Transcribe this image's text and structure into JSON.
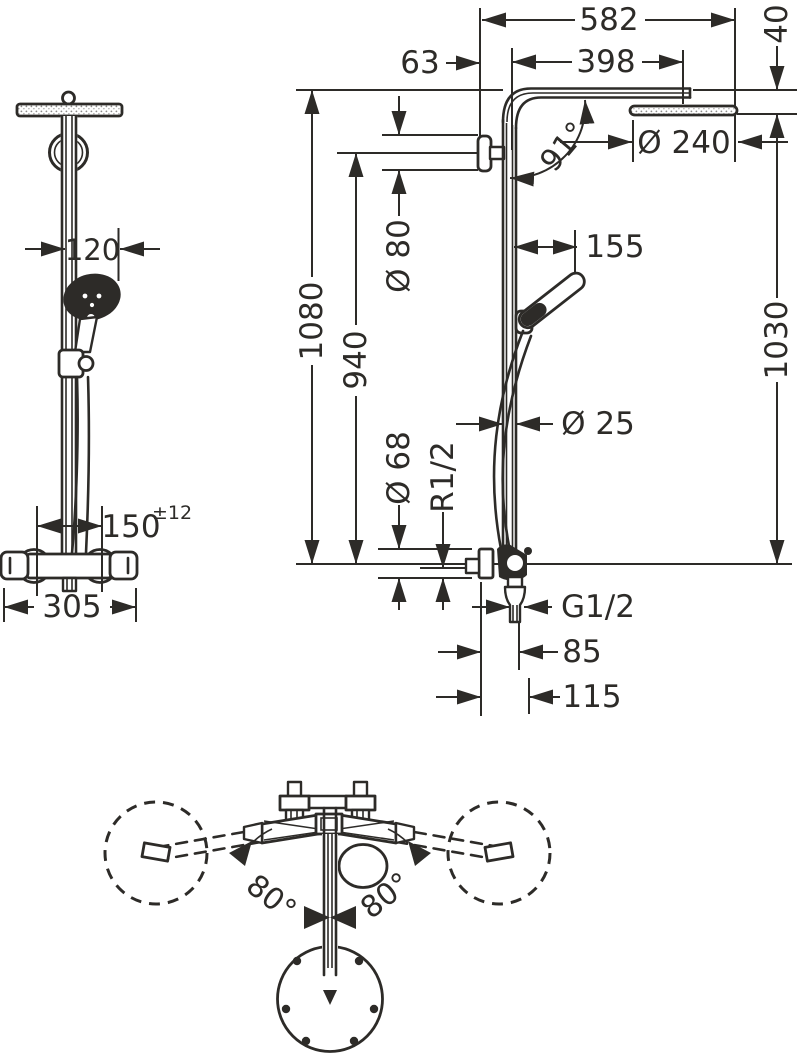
{
  "drawing": {
    "kind": "shower-pipe technical dimension drawing",
    "colors": {
      "ink": "#2d2b28",
      "background": "#ffffff"
    }
  },
  "views": {
    "front": {
      "dims": {
        "hand_shower_width": "120",
        "slider_height": "150",
        "slider_tolerance": "±12",
        "valve_width": "305"
      }
    },
    "side": {
      "dims": {
        "total_width": "582",
        "wall_to_pipe": "63",
        "pipe_to_head_center": "398",
        "head_drop": "40",
        "arm_angle": "91°",
        "head_diameter": "Ø 240",
        "wall_bracket_diameter": "Ø 80",
        "holder_offset": "155",
        "pipe_top_height": "1080",
        "bracket_height": "940",
        "head_height": "1030",
        "pipe_diameter": "Ø 25",
        "escutcheon_diameter": "Ø 68",
        "supply_thread": "R1/2",
        "outlet_thread": "G1/2",
        "outlet_offset": "85",
        "hose_connection_offset": "115"
      }
    },
    "top": {
      "dims": {
        "swivel_angle_left": "80°",
        "swivel_angle_right": "80°"
      }
    }
  }
}
